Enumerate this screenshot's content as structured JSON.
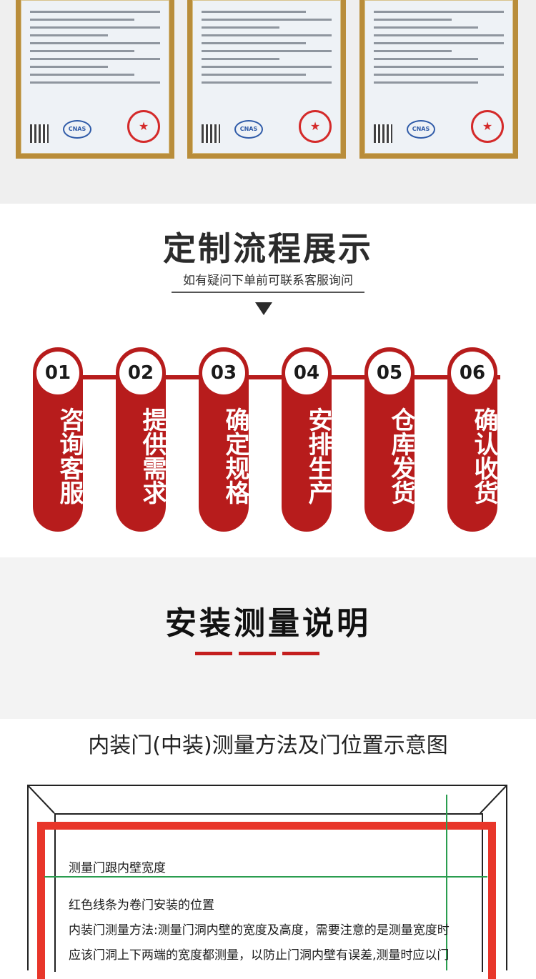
{
  "certificates": [
    {
      "name": "cert-1"
    },
    {
      "name": "cert-2"
    },
    {
      "name": "cert-3"
    }
  ],
  "process": {
    "title": "定制流程展示",
    "subtitle": "如有疑问下单前可联系客服询问",
    "steps": [
      {
        "number": "01",
        "label": "咨询客服"
      },
      {
        "number": "02",
        "label": "提供需求"
      },
      {
        "number": "03",
        "label": "确定规格"
      },
      {
        "number": "04",
        "label": "安排生产"
      },
      {
        "number": "05",
        "label": "仓库发货"
      },
      {
        "number": "06",
        "label": "确认收货"
      }
    ]
  },
  "install": {
    "title": "安装测量说明",
    "diagram_title": "内装门(中装)测量方法及门位置示意图",
    "label_width": "测量门跟内壁宽度",
    "label_red": "红色线条为卷门安装的位置",
    "label_method1": "内装门测量方法:测量门洞内壁的宽度及高度，需要注意的是测量宽度时",
    "label_method2": "应该门洞上下两端的宽度都测量，以防止门洞内壁有误差,测量时应以门"
  },
  "colors": {
    "accent_red": "#b71c1c",
    "frame_red": "#e8362a",
    "measure_green": "#2a9d4f"
  }
}
